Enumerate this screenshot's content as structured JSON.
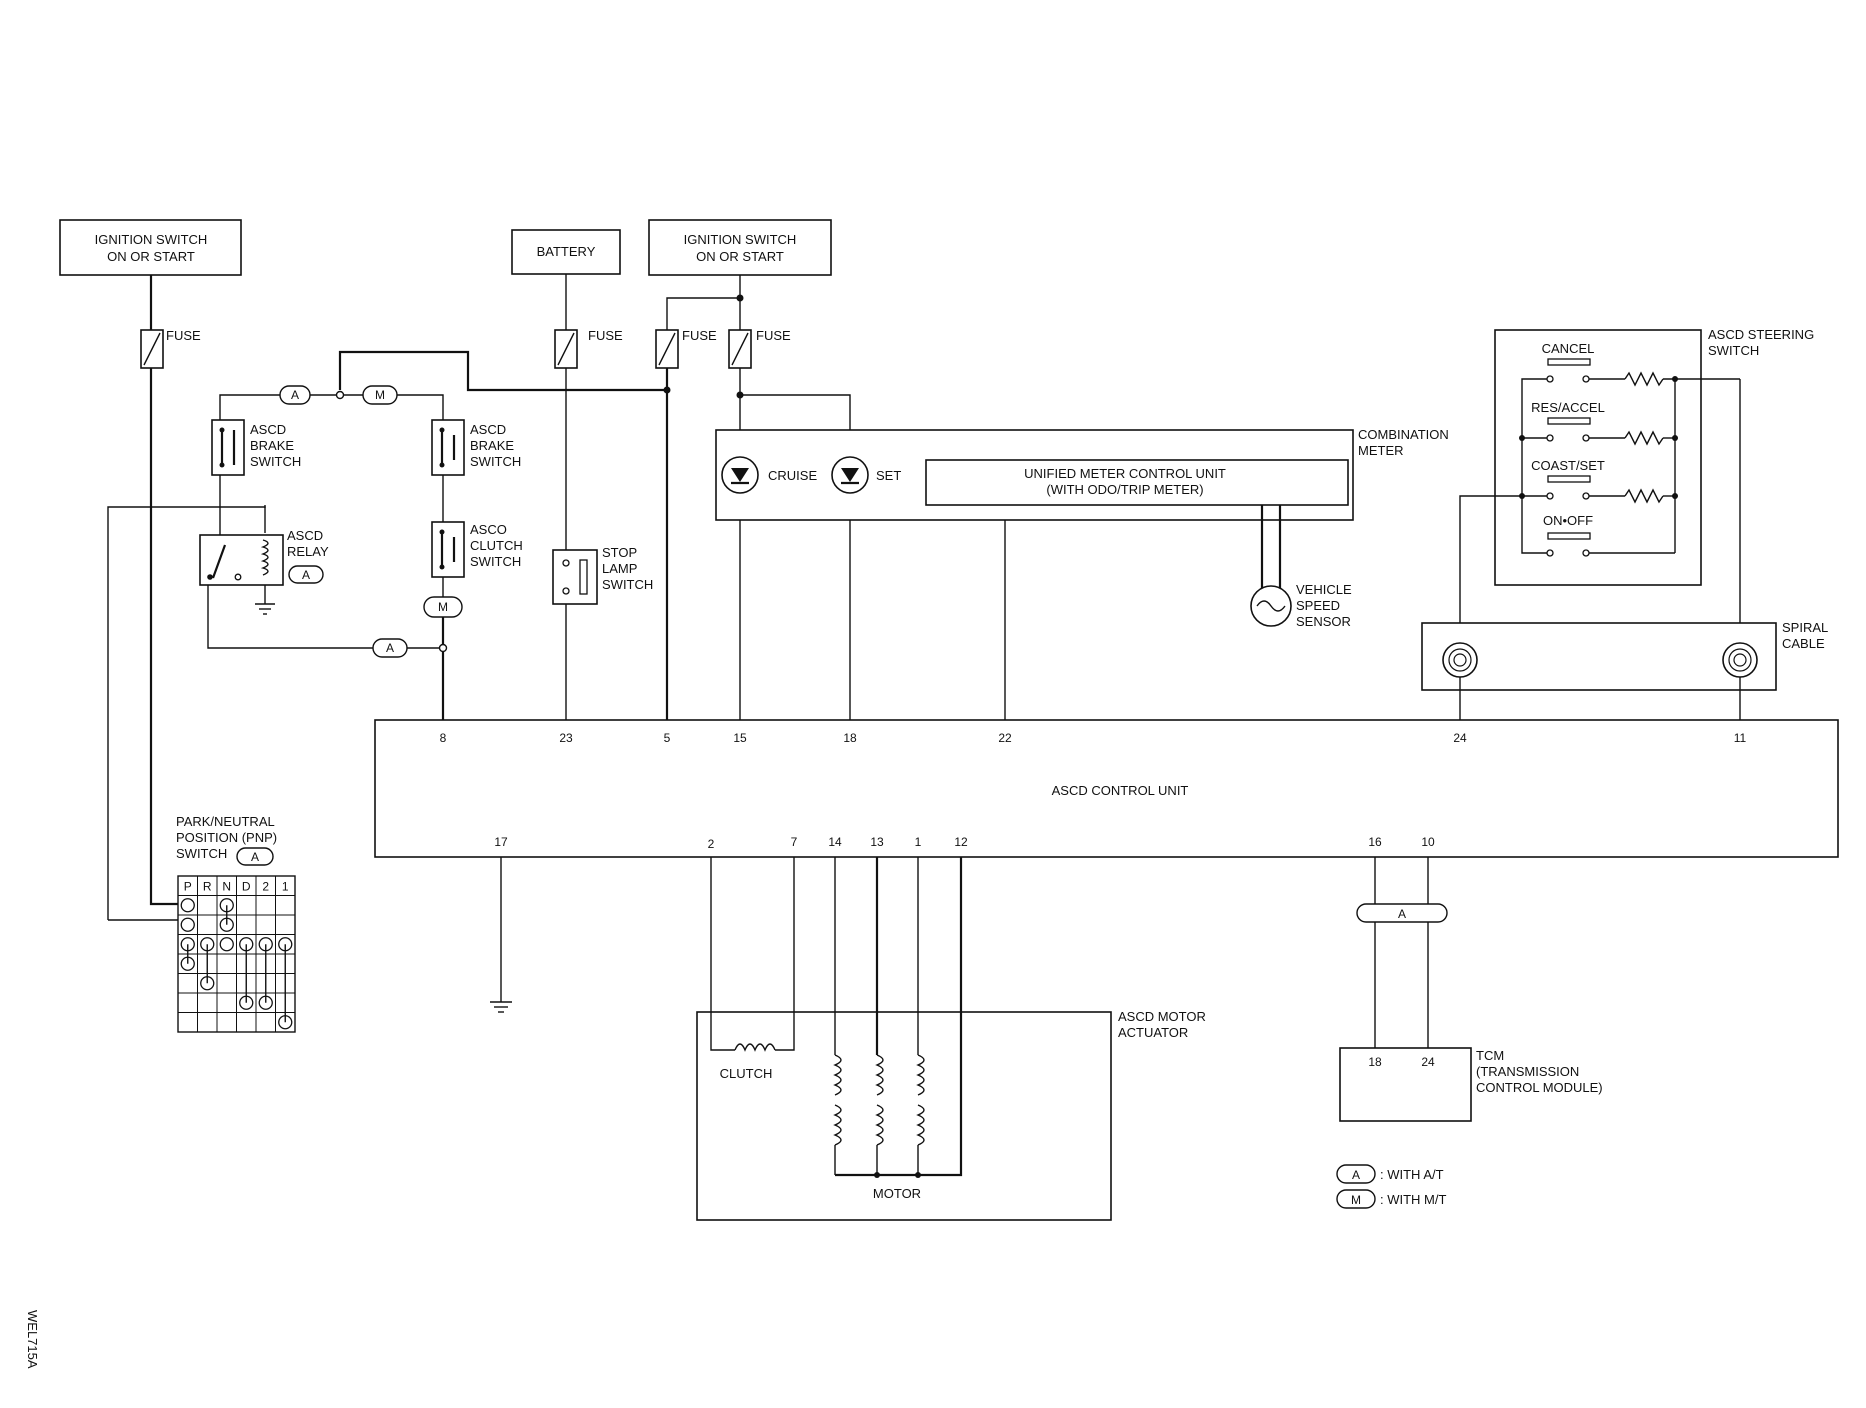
{
  "labels": {
    "ign_left_1": "IGNITION SWITCH",
    "ign_left_2": "ON OR START",
    "battery": "BATTERY",
    "ign_mid_1": "IGNITION SWITCH",
    "ign_mid_2": "ON OR START",
    "fuse": "FUSE",
    "asco_brake_1": "ASCD",
    "asco_brake_2": "BRAKE",
    "asco_brake_3": "SWITCH",
    "asco_relay_1": "ASCD",
    "asco_relay_2": "RELAY",
    "asco_clutch_1": "ASCO",
    "asco_clutch_2": "CLUTCH",
    "asco_clutch_3": "SWITCH",
    "stop_lamp_1": "STOP",
    "stop_lamp_2": "LAMP",
    "stop_lamp_3": "SWITCH",
    "cruise": "CRUISE",
    "set": "SET",
    "unified_1": "UNIFIED METER CONTROL UNIT",
    "unified_2": "(WITH ODO/TRIP METER)",
    "combination_1": "COMBINATION",
    "combination_2": "METER",
    "vss_1": "VEHICLE",
    "vss_2": "SPEED",
    "vss_3": "SENSOR",
    "steering_1": "ASCD STEERING",
    "steering_2": "SWITCH",
    "cancel": "CANCEL",
    "res_accel": "RES/ACCEL",
    "coast_set": "COAST/SET",
    "on_off": "ON•OFF",
    "spiral_1": "SPIRAL",
    "spiral_2": "CABLE",
    "control_unit": "ASCD CONTROL UNIT",
    "pnp_1": "PARK/NEUTRAL",
    "pnp_2": "POSITION (PNP)",
    "pnp_3": "SWITCH",
    "motor_act_1": "ASCD MOTOR",
    "motor_act_2": "ACTUATOR",
    "clutch": "CLUTCH",
    "motor": "MOTOR",
    "tcm_1": "TCM",
    "tcm_2": "(TRANSMISSION",
    "tcm_3": "CONTROL MODULE)",
    "legend_at": ": WITH A/T",
    "legend_mt": ": WITH M/T",
    "code": "WEL715A"
  },
  "badges": {
    "at": "A",
    "mt": "M"
  },
  "pins_top": [
    "8",
    "23",
    "5",
    "15",
    "18",
    "22",
    "24",
    "11"
  ],
  "pins_bottom": [
    "17",
    "2",
    "7",
    "14",
    "13",
    "1",
    "12",
    "16",
    "10"
  ],
  "tcm_pins": [
    "18",
    "24"
  ],
  "pnp_positions": [
    "P",
    "R",
    "N",
    "D",
    "2",
    "1"
  ],
  "colors": {
    "line": "#111111",
    "background": "#ffffff"
  }
}
